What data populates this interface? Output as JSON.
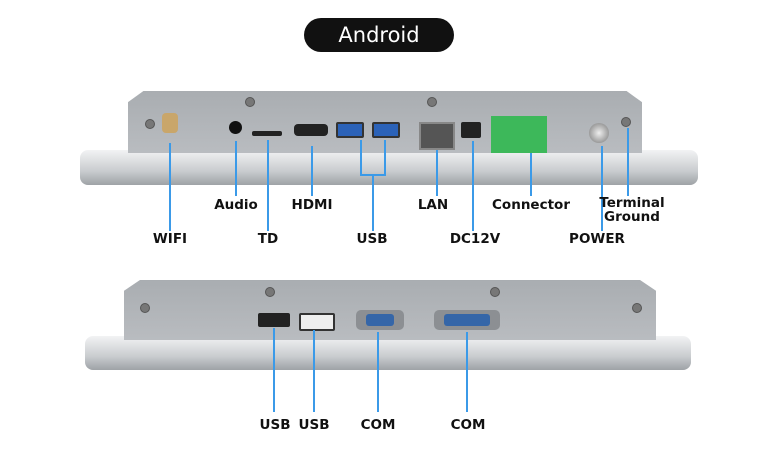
{
  "title": "Android",
  "top_panel": {
    "labels": {
      "wifi": "WIFI",
      "audio": "Audio",
      "td": "TD",
      "hdmi": "HDMI",
      "usb": "USB",
      "lan": "LAN",
      "dc12v": "DC12V",
      "connector": "Connector",
      "power": "POWER",
      "terminal_ground": "Terminal\nGround"
    }
  },
  "bottom_panel": {
    "labels": {
      "usb1": "USB",
      "usb2": "USB",
      "com1": "COM",
      "com2": "COM"
    }
  },
  "colors": {
    "callout_line": "#3b9ae8",
    "connector": "#3db85a"
  }
}
